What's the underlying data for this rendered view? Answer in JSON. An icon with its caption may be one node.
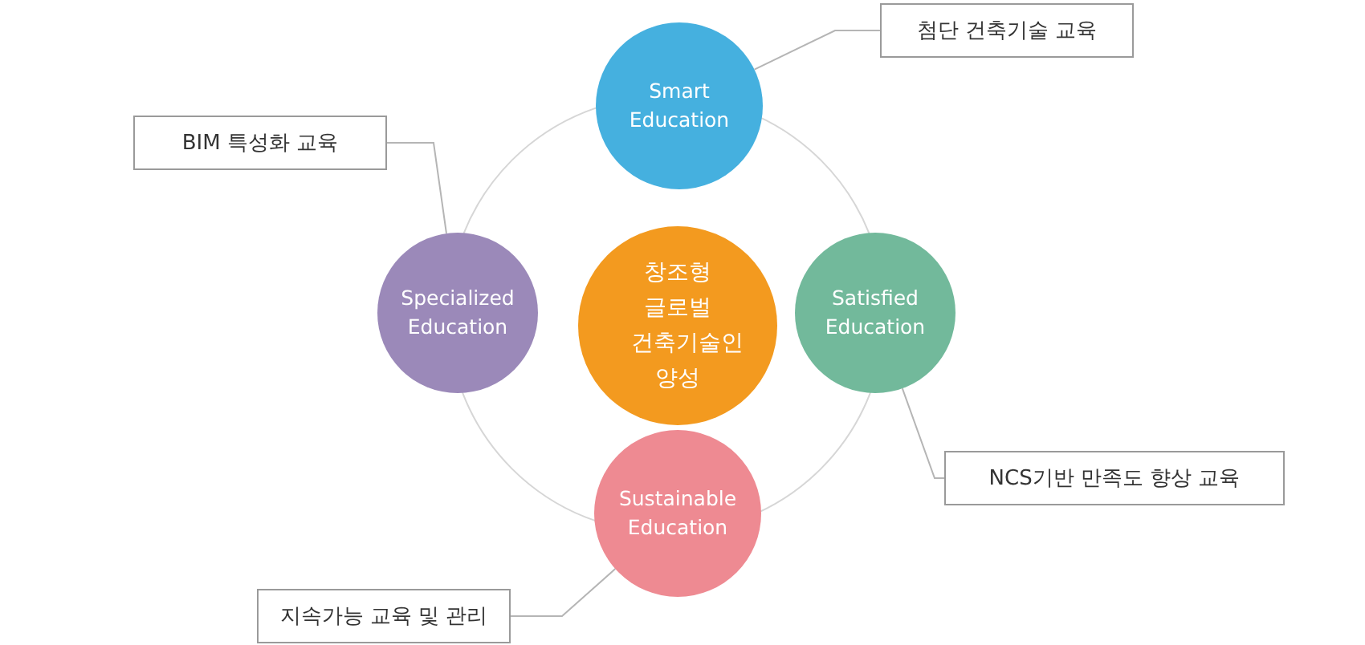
{
  "diagram": {
    "nodes": [
      {
        "text": [
          "첨단 건축기술 교육"
        ]
      },
      {
        "text": [
          "Smart Education"
        ]
      },
      {
        "text": [
          "BIM 특성화 교육"
        ]
      },
      {
        "text": [
          "Specialized Education"
        ]
      },
      {
        "text": [
          "창조형 글로벌 건축기술인 양성"
        ]
      },
      {
        "text": [
          "Satisfied Education"
        ]
      },
      {
        "text": [
          "NCS기반 만족도 향상 교육"
        ]
      },
      {
        "text": [
          "Sustainable Education"
        ]
      },
      {
        "text": [
          "지속가능 교육 및 관리"
        ]
      }
    ],
    "edges": [
      {
        "from": 0,
        "to": 1,
        "arrow": "none"
      },
      {
        "from": 2,
        "to": 3,
        "arrow": "none"
      },
      {
        "from": 6,
        "to": 5,
        "arrow": "none"
      },
      {
        "from": 8,
        "to": 7,
        "arrow": "none"
      }
    ]
  }
}
